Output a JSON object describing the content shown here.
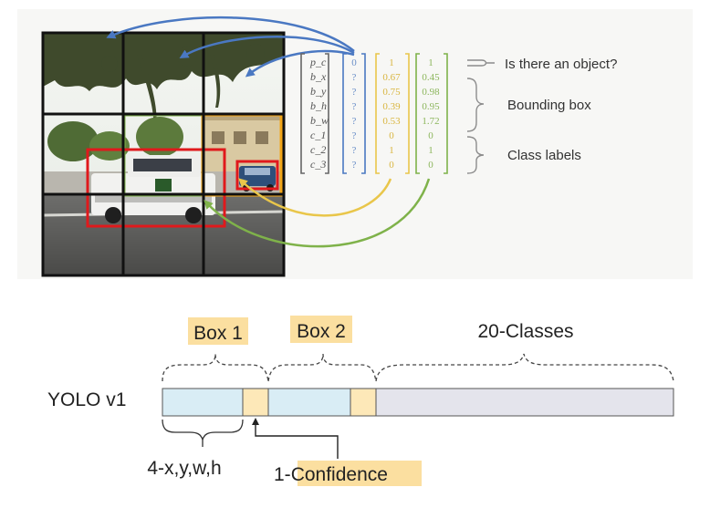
{
  "colors": {
    "blue": "#4a78c2",
    "yellow": "#e9c64a",
    "green": "#7fb24a",
    "red": "#e0191c",
    "orange": "#f2a516",
    "box_fill": "#d9edf5",
    "conf_fill": "#fde8b8",
    "class_fill": "#e4e4ec",
    "highlight": "#fbdfa0"
  },
  "vectors": {
    "labels": [
      "p_c",
      "b_x",
      "b_y",
      "b_h",
      "b_w",
      "c_1",
      "c_2",
      "c_3"
    ],
    "blue": [
      "0",
      "?",
      "?",
      "?",
      "?",
      "?",
      "?",
      "?"
    ],
    "yellow": [
      "1",
      "0.67",
      "0.75",
      "0.39",
      "0.53",
      "0",
      "1",
      "0"
    ],
    "green": [
      "1",
      "0.45",
      "0.98",
      "0.95",
      "1.72",
      "0",
      "1",
      "0"
    ]
  },
  "annotations": {
    "object": "Is there an object?",
    "bbox": "Bounding box",
    "classes": "Class labels"
  },
  "yolo": {
    "label": "YOLO v1",
    "box1": "Box 1",
    "box2": "Box 2",
    "classes": "20-Classes",
    "coords": "4-x,y,w,h",
    "conf_prefix": "1-",
    "conf_word": "Confidence"
  }
}
